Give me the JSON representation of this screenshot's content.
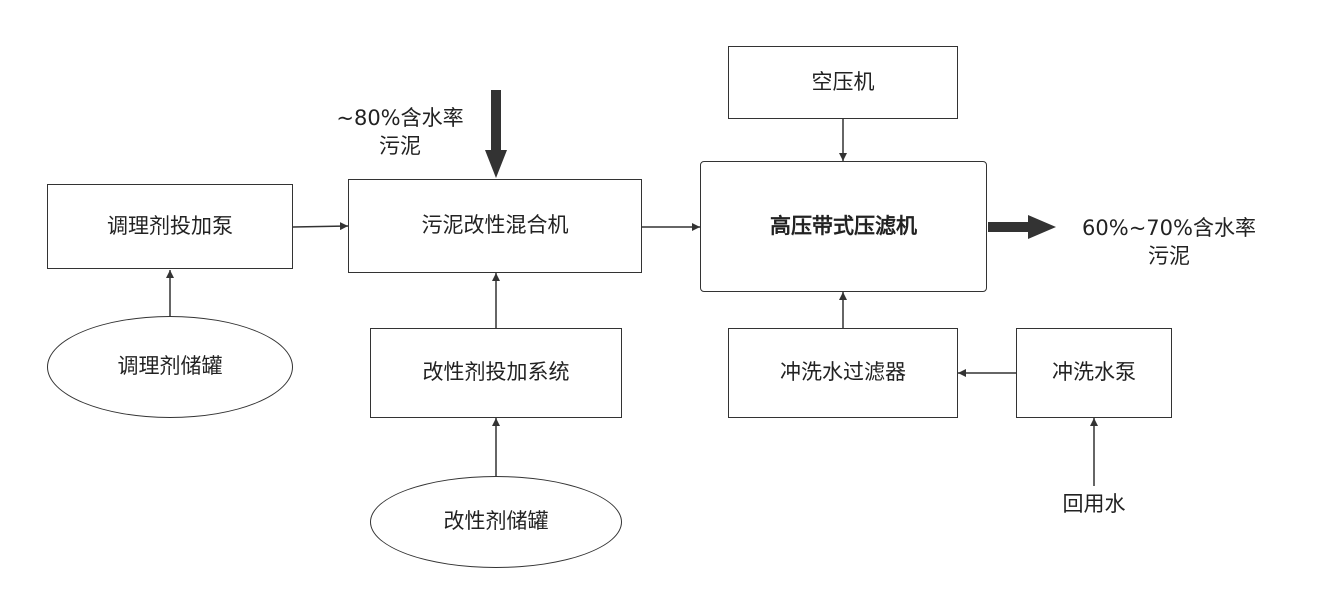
{
  "nodes": {
    "conditioner_pump": "调理剂投加泵",
    "conditioner_tank": "调理剂储罐",
    "sludge_mixer": "污泥改性混合机",
    "modifier_system": "改性剂投加系统",
    "modifier_tank": "改性剂储罐",
    "air_compressor": "空压机",
    "filter_press": "高压带式压滤机",
    "wash_filter": "冲洗水过滤器",
    "wash_pump": "冲洗水泵"
  },
  "labels": {
    "input_line1": "~80%含水率",
    "input_line2": "污泥",
    "output_line1": "60%~70%含水率",
    "output_line2": "污泥",
    "reuse_water": "回用水"
  },
  "colors": {
    "stroke": "#333333",
    "text": "#222222",
    "background": "#ffffff"
  }
}
